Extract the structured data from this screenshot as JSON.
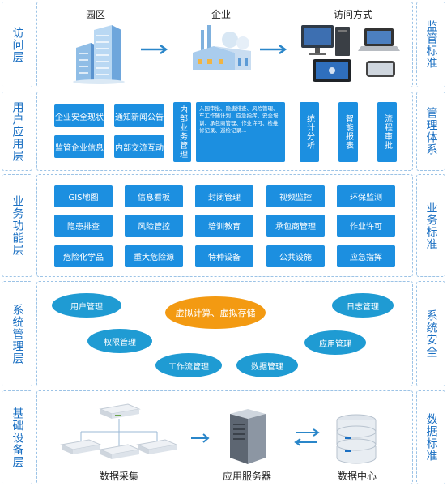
{
  "left_layers": [
    "访问层",
    "用户应用层",
    "业务功能层",
    "系统管理层",
    "基础设备层"
  ],
  "right_labels": [
    "监管标准",
    "管理体系",
    "业务标准",
    "系统安全",
    "数据标准"
  ],
  "access": {
    "park": "园区",
    "enterprise": "企业",
    "method": "访问方式"
  },
  "user_app": {
    "left_pairs": [
      [
        "企业安全现状",
        "通知新闻公告"
      ],
      [
        "监管企业信息",
        "内部交流互动"
      ]
    ],
    "internal": "内部业务管理",
    "desc": "入园审批、隐患排查、风险管理、车工作随计划、应急指挥、安全培训、承包商管理、作业许可、检维修记录、巡检记录...",
    "right_items": [
      "统计分析",
      "智能报表",
      "流程审批"
    ]
  },
  "business": {
    "rows": [
      [
        "GIS地图",
        "信息看板",
        "封闭管理",
        "视频监控",
        "环保监测"
      ],
      [
        "隐患排查",
        "风险管控",
        "培训教育",
        "承包商管理",
        "作业许可"
      ],
      [
        "危险化学品",
        "重大危险源",
        "特种设备",
        "公共设施",
        "应急指挥"
      ]
    ]
  },
  "system": {
    "center": "虚拟计算、虚拟存储",
    "items": [
      "用户管理",
      "日志管理",
      "权限管理",
      "应用管理",
      "工作流管理",
      "数据管理"
    ]
  },
  "infra": {
    "collect": "数据采集",
    "server": "应用服务器",
    "datacenter": "数据中心"
  },
  "colors": {
    "accent": "#1a6fc2",
    "button": "#1c8fe0",
    "ellipse": "#1f9bd3",
    "center": "#f39a12"
  }
}
